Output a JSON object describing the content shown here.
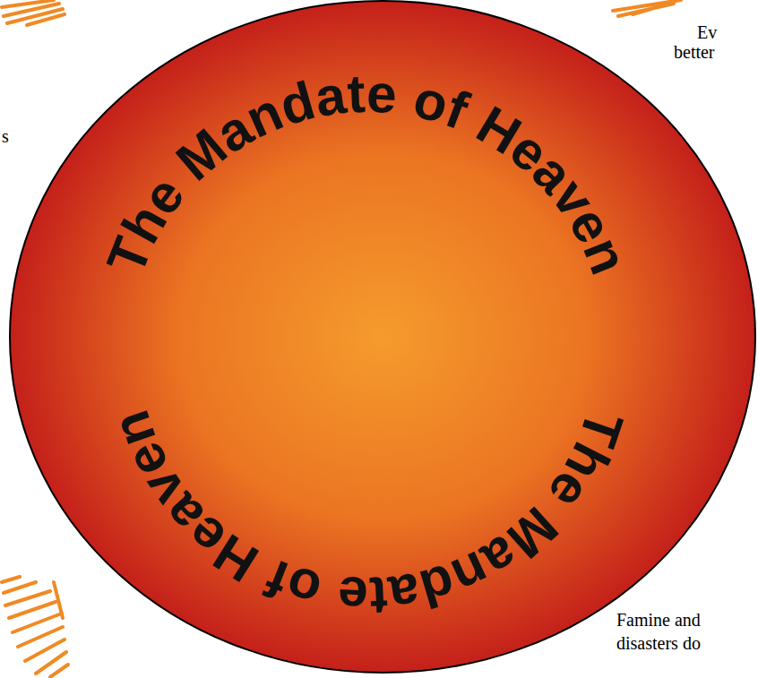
{
  "diagram": {
    "nodes": [
      {
        "text": [
          "The Mandate of Heaven",
          "The Mandate of Heaven"
        ]
      }
    ],
    "labels": [
      "Ev",
      "better",
      "s",
      "Famine and",
      "disasters do"
    ]
  }
}
